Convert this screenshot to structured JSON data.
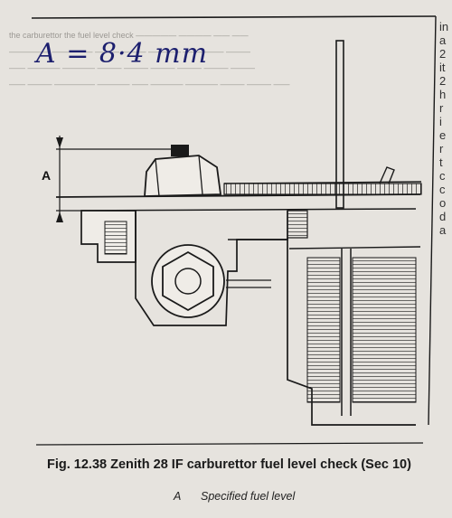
{
  "annotation": {
    "handwritten_value": "A = 8·4 mm"
  },
  "figure": {
    "caption": "Fig. 12.38 Zenith 28 IF carburettor fuel level check (Sec 10)",
    "dimension_label": "A",
    "legend": {
      "key": "A",
      "text": "Specified fuel level"
    }
  },
  "right_margin_fragments": [
    "in",
    "a",
    "2",
    "it",
    "2",
    "h",
    "r",
    "i",
    "e",
    "r",
    "t",
    "c",
    "c",
    "o",
    "d",
    "a"
  ],
  "ink": {
    "line": "#1a1a1a",
    "handwriting": "#1c1f6e",
    "paper": "#e6e3de"
  }
}
